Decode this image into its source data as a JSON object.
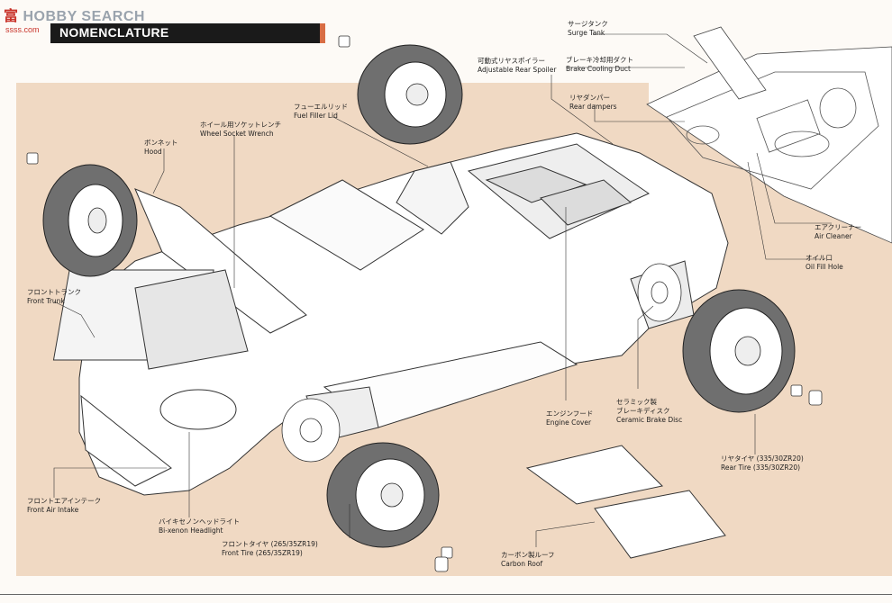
{
  "watermark": {
    "prefix": "富",
    "brand": "HOBBY SEARCH",
    "sub": "ssss.com"
  },
  "header": {
    "title": "NOMENCLATURE"
  },
  "labels": {
    "surge_tank": {
      "ja": "サージタンク",
      "en": "Surge Tank"
    },
    "brake_cooling_duct": {
      "ja": "ブレーキ冷却用ダクト",
      "en": "Brake Cooling Duct"
    },
    "adjustable_rear_spoiler": {
      "ja": "可動式リヤスポイラー",
      "en": "Adjustable Rear Spoiler"
    },
    "rear_dampers": {
      "ja": "リヤダンパー",
      "en": "Rear dampers"
    },
    "fuel_filler_lid": {
      "ja": "フューエルリッド",
      "en": "Fuel Filler Lid"
    },
    "wheel_socket_wrench": {
      "ja": "ホイール用ソケットレンチ",
      "en": "Wheel Socket Wrench"
    },
    "hood": {
      "ja": "ボンネット",
      "en": "Hood"
    },
    "air_cleaner": {
      "ja": "エアクリーナー",
      "en": "Air Cleaner"
    },
    "oil_fill_hole": {
      "ja": "オイル口",
      "en": "Oil Fill Hole"
    },
    "front_trunk": {
      "ja": "フロントトランク",
      "en": "Front Trunk"
    },
    "engine_cover": {
      "ja": "エンジンフード",
      "en": "Engine Cover"
    },
    "ceramic_brake_disc": {
      "ja1": "セラミック製",
      "ja2": "ブレーキディスク",
      "en": "Ceramic Brake Disc"
    },
    "rear_tire": {
      "ja": "リヤタイヤ (335/30ZR20)",
      "en": "Rear Tire (335/30ZR20)"
    },
    "front_air_intake": {
      "ja": "フロントエアインテーク",
      "en": "Front Air Intake"
    },
    "bi_xenon_headlight": {
      "ja": "バイキセノンヘッドライト",
      "en": "Bi-xenon Headlight"
    },
    "front_tire": {
      "ja": "フロントタイヤ (265/35ZR19)",
      "en": "Front Tire (265/35ZR19)"
    },
    "carbon_roof": {
      "ja": "カーボン製ルーフ",
      "en": "Carbon Roof"
    }
  },
  "colors": {
    "background": "#fdfaf6",
    "panel": "#f0d9c3",
    "header": "#1a1a1a",
    "accent": "#d86d44",
    "tire": "#6f6f6f"
  }
}
